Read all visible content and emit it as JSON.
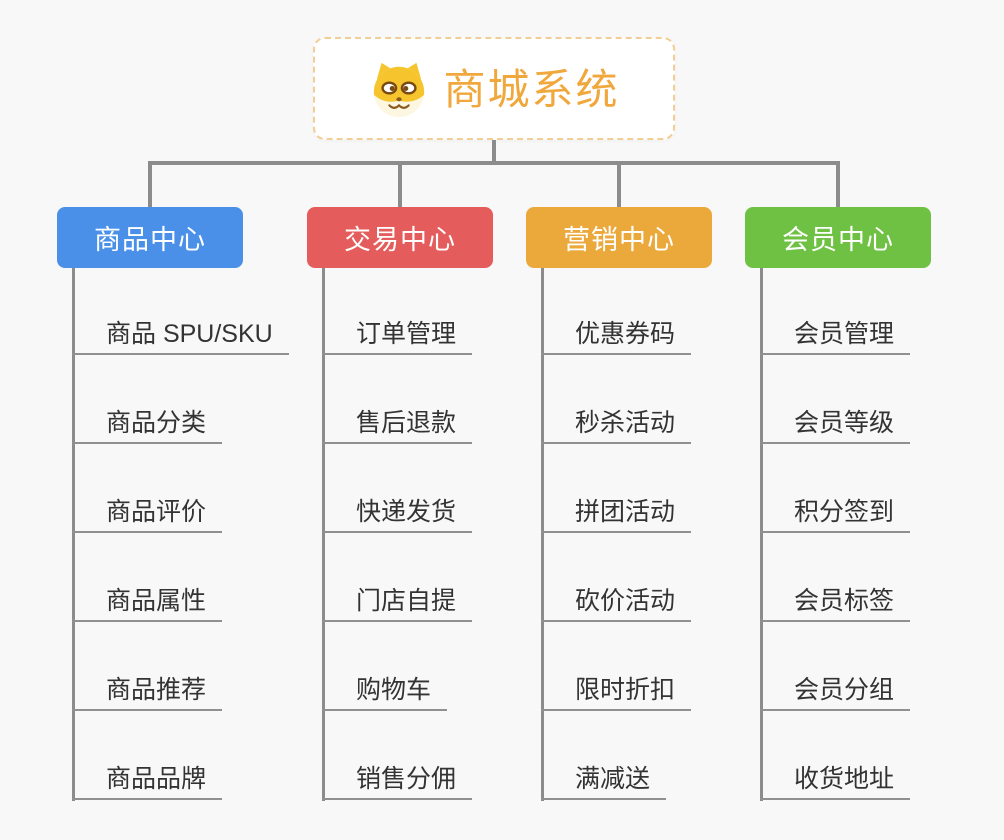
{
  "root": {
    "title": "商城系统",
    "icon": "dog-face-icon"
  },
  "theme": {
    "background": "#f8f8f8",
    "connector": "#8c8c8c",
    "underline": "#909090",
    "item_text": "#333333",
    "root_title_color": "#f0a73c",
    "root_border_color": "#f2cd96",
    "root_background": "#ffffff"
  },
  "branches": [
    {
      "label": "商品中心",
      "color": "#4a90e9",
      "children": [
        "商品 SPU/SKU",
        "商品分类",
        "商品评价",
        "商品属性",
        "商品推荐",
        "商品品牌"
      ]
    },
    {
      "label": "交易中心",
      "color": "#e45c5c",
      "children": [
        "订单管理",
        "售后退款",
        "快递发货",
        "门店自提",
        "购物车",
        "销售分佣"
      ]
    },
    {
      "label": "营销中心",
      "color": "#eba93c",
      "children": [
        "优惠券码",
        "秒杀活动",
        "拼团活动",
        "砍价活动",
        "限时折扣",
        "满减送"
      ]
    },
    {
      "label": "会员中心",
      "color": "#6ec142",
      "children": [
        "会员管理",
        "会员等级",
        "积分签到",
        "会员标签",
        "会员分组",
        "收货地址"
      ]
    }
  ]
}
